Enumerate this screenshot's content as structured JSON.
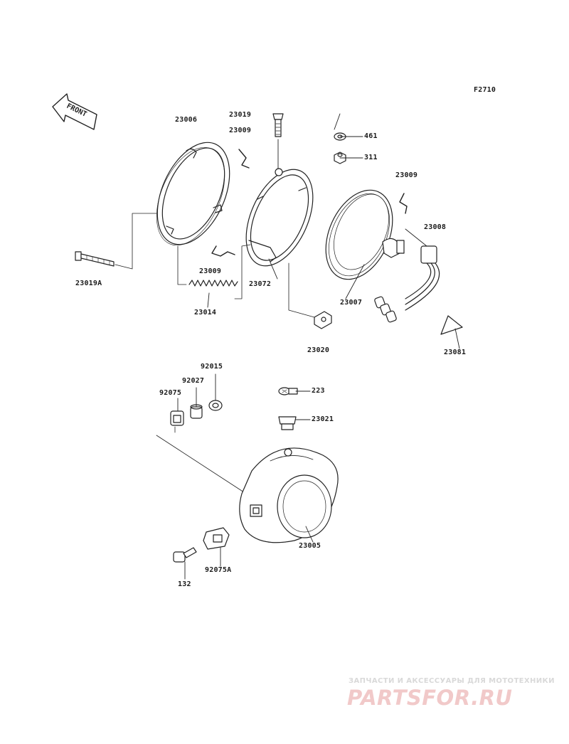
{
  "figure_code": "F2710",
  "front_arrow": {
    "text": "FRONT",
    "icon": "front-direction-arrow-icon"
  },
  "parts": [
    {
      "id": "rim-ring",
      "number": "23006"
    },
    {
      "id": "screw-23019",
      "number": "23019"
    },
    {
      "id": "spring-clip-upper",
      "number": "23009"
    },
    {
      "id": "washer",
      "number": "461"
    },
    {
      "id": "nut",
      "number": "311"
    },
    {
      "id": "spring-clip-right",
      "number": "23009"
    },
    {
      "id": "connector-harness",
      "number": "23008"
    },
    {
      "id": "long-screw",
      "number": "23019A"
    },
    {
      "id": "spring-clip-lower",
      "number": "23009"
    },
    {
      "id": "mounting-ring",
      "number": "23072"
    },
    {
      "id": "sealed-beam-unit",
      "number": "23007"
    },
    {
      "id": "spring",
      "number": "23014"
    },
    {
      "id": "square-nut",
      "number": "23020"
    },
    {
      "id": "wedge-block",
      "number": "23081"
    },
    {
      "id": "collar-92015",
      "number": "92015"
    },
    {
      "id": "collar-92027",
      "number": "92027"
    },
    {
      "id": "grommet-92075",
      "number": "92075"
    },
    {
      "id": "screw-223",
      "number": "223"
    },
    {
      "id": "grommet-23021",
      "number": "23021"
    },
    {
      "id": "headlight-housing",
      "number": "23005"
    },
    {
      "id": "bolt-132",
      "number": "132"
    },
    {
      "id": "damper-92075A",
      "number": "92075A"
    }
  ],
  "watermark": {
    "subtitle": "ЗАПЧАСТИ И АКСЕССУАРЫ ДЛЯ МОТОТЕХНИКИ",
    "logo": "PARTSFOR.RU"
  }
}
